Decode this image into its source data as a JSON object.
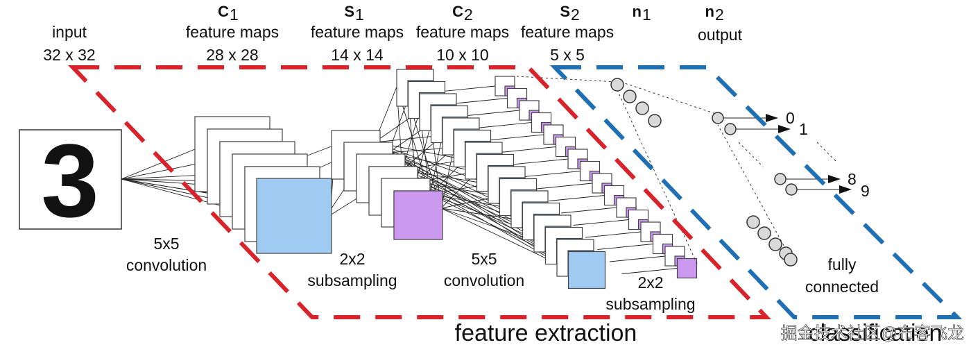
{
  "colors": {
    "red_boundary": "#d8232a",
    "blue_boundary": "#1f6fb5",
    "conv_map_fill": "#9fcbf3",
    "subsample_map_fill": "#cc99f0",
    "neuron_fill": "#d9d9d9"
  },
  "header": {
    "input": {
      "title": "input",
      "size": "32 x 32"
    },
    "c1": {
      "name": "C",
      "sub": "1",
      "title": "feature maps",
      "size": "28 x 28"
    },
    "s1": {
      "name": "S",
      "sub": "1",
      "title": "feature maps",
      "size": "14 x 14"
    },
    "c2": {
      "name": "C",
      "sub": "2",
      "title": "feature maps",
      "size": "10 x 10"
    },
    "s2": {
      "name": "S",
      "sub": "2",
      "title": "feature maps",
      "size": "5 x 5"
    },
    "n1": {
      "name": "n",
      "sub": "1"
    },
    "n2": {
      "name": "n",
      "sub": "2",
      "title": "output"
    }
  },
  "input_digit": "3",
  "operations": {
    "conv1": {
      "line1": "5x5",
      "line2": "convolution"
    },
    "sub1": {
      "line1": "2x2",
      "line2": "subsampling"
    },
    "conv2": {
      "line1": "5x5",
      "line2": "convolution"
    },
    "sub2": {
      "line1": "2x2",
      "line2": "subsampling"
    },
    "fc": {
      "line1": "fully",
      "line2": "connected"
    }
  },
  "outputs": {
    "first": "0",
    "second": "1",
    "third": "8",
    "fourth": "9"
  },
  "sections": {
    "feature_extraction": "feature extraction",
    "classification": "classification"
  },
  "watermark": "掘金技术社区@布客飞龙"
}
